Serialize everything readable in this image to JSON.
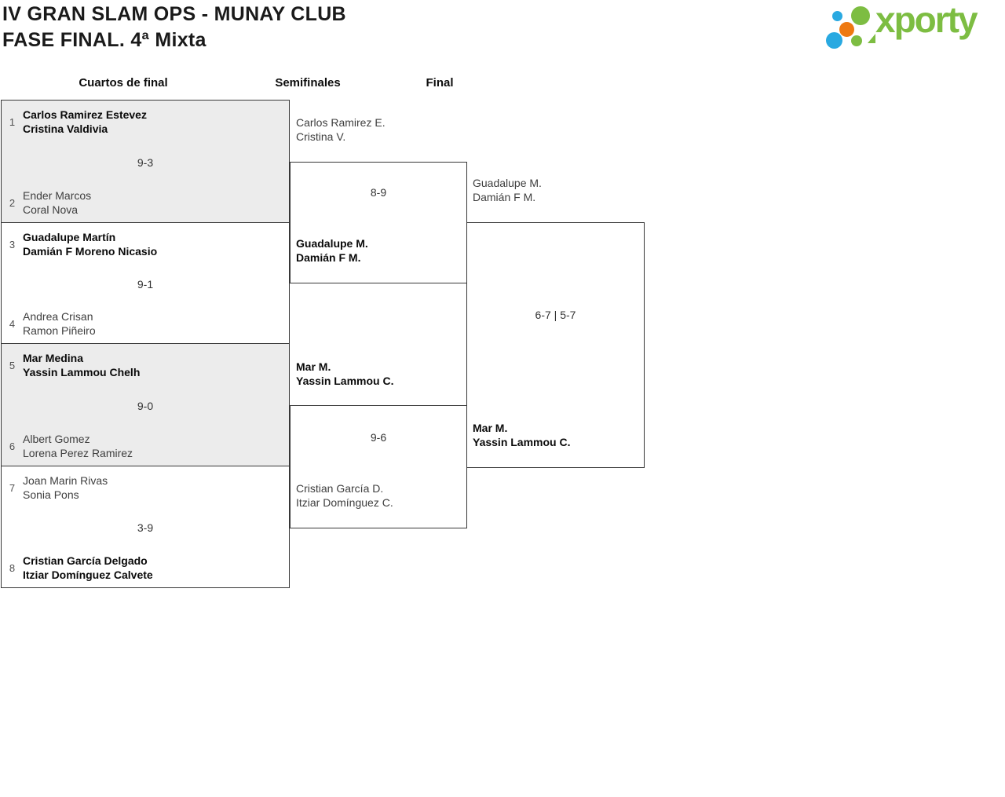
{
  "header": {
    "title_line1": "IV GRAN SLAM OPS - MUNAY CLUB",
    "title_line2": "FASE FINAL. 4ª Mixta"
  },
  "logo": {
    "text": "xporty",
    "colors": {
      "green": "#7dbd42",
      "blue": "#29a9e1",
      "orange": "#ee7911"
    }
  },
  "column_headers": {
    "quarterfinals": "Cuartos de final",
    "semifinals": "Semifinales",
    "final": "Final"
  },
  "bracket": {
    "quarterfinals": [
      {
        "top": {
          "seed": "1",
          "players": [
            "Carlos Ramirez Estevez",
            "Cristina Valdivia"
          ],
          "winner": true
        },
        "score": "9-3",
        "bottom": {
          "seed": "2",
          "players": [
            "Ender Marcos",
            "Coral Nova"
          ],
          "winner": false
        }
      },
      {
        "top": {
          "seed": "3",
          "players": [
            "Guadalupe Martín",
            "Damián F Moreno Nicasio"
          ],
          "winner": true
        },
        "score": "9-1",
        "bottom": {
          "seed": "4",
          "players": [
            "Andrea Crisan",
            "Ramon Piñeiro"
          ],
          "winner": false
        }
      },
      {
        "top": {
          "seed": "5",
          "players": [
            "Mar Medina",
            "Yassin Lammou Chelh"
          ],
          "winner": true
        },
        "score": "9-0",
        "bottom": {
          "seed": "6",
          "players": [
            "Albert Gomez",
            "Lorena Perez Ramirez"
          ],
          "winner": false
        }
      },
      {
        "top": {
          "seed": "7",
          "players": [
            "Joan Marin Rivas",
            "Sonia Pons"
          ],
          "winner": false
        },
        "score": "3-9",
        "bottom": {
          "seed": "8",
          "players": [
            "Cristian García Delgado",
            "Itziar Domínguez Calvete"
          ],
          "winner": true
        }
      }
    ],
    "semifinals": [
      {
        "top": {
          "players": [
            "Carlos Ramirez E.",
            "Cristina V."
          ],
          "winner": false
        },
        "score": "8-9",
        "bottom": {
          "players": [
            "Guadalupe M.",
            "Damián F M."
          ],
          "winner": true
        }
      },
      {
        "top": {
          "players": [
            "Mar M.",
            "Yassin Lammou C."
          ],
          "winner": true
        },
        "score": "9-6",
        "bottom": {
          "players": [
            "Cristian García D.",
            "Itziar Domínguez C."
          ],
          "winner": false
        }
      }
    ],
    "final": {
      "top": {
        "players": [
          "Guadalupe M.",
          "Damián F M."
        ],
        "winner": false
      },
      "score": "6-7 | 5-7",
      "bottom": {
        "players": [
          "Mar M.",
          "Yassin Lammou C."
        ],
        "winner": true
      }
    }
  }
}
